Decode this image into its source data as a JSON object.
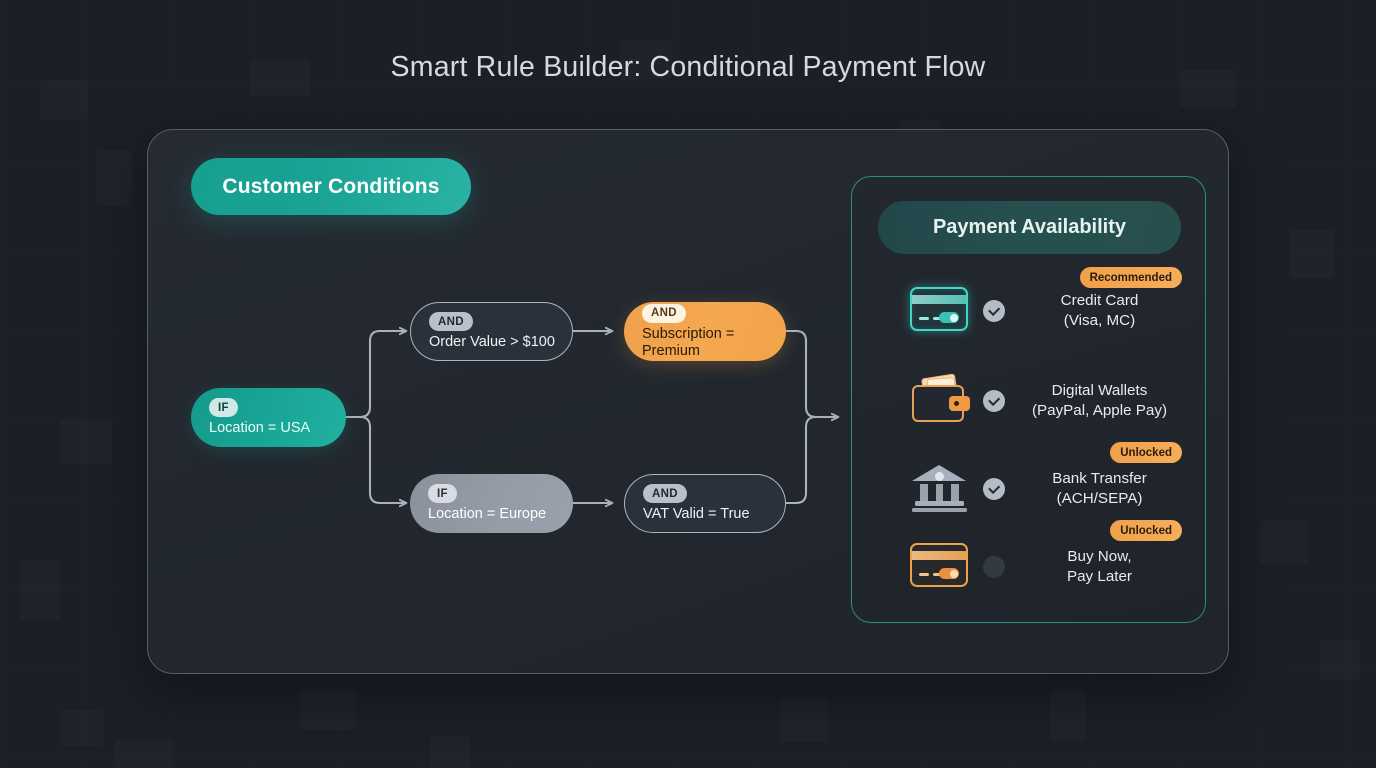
{
  "page": {
    "title": "Smart Rule Builder: Conditional Payment Flow",
    "background_color": "#1b1f26"
  },
  "conditions_section": {
    "header_label": "Customer Conditions",
    "header_color": "#19a596",
    "nodes": [
      {
        "id": "root",
        "tag": "IF",
        "label": "Location = USA",
        "style": "teal",
        "tag_color": "#cfe9e6"
      },
      {
        "id": "order-value",
        "tag": "AND",
        "label": "Order Value > $100",
        "style": "dark",
        "tag_color": "#b9c0cb"
      },
      {
        "id": "subscription",
        "tag": "AND",
        "label": "Subscription = Premium",
        "style": "orange",
        "tag_color": "#fdf3e3"
      },
      {
        "id": "europe",
        "tag": "IF",
        "label": "Location = Europe",
        "style": "grey",
        "tag_color": "#d9dde3"
      },
      {
        "id": "vat",
        "tag": "AND",
        "label": "VAT Valid = True",
        "style": "dark",
        "tag_color": "#b9c0cb"
      }
    ]
  },
  "payment_panel": {
    "header_label": "Payment Availability",
    "border_color": "#2e8d84",
    "methods": [
      {
        "icon": "credit-card-icon",
        "name_line1": "Credit Card",
        "name_line2": "(Visa, MC)",
        "badge": "Recommended",
        "badge_color": "#f0a04b",
        "enabled": true
      },
      {
        "icon": "wallet-icon",
        "name_line1": "Digital Wallets",
        "name_line2": "(PayPal, Apple Pay)",
        "badge": "",
        "badge_color": "#f0a04b",
        "enabled": true
      },
      {
        "icon": "bank-icon",
        "name_line1": "Bank Transfer",
        "name_line2": "(ACH/SEPA)",
        "badge": "Unlocked",
        "badge_color": "#f0a04b",
        "enabled": true
      },
      {
        "icon": "bnpl-card-icon",
        "name_line1": "Buy Now,",
        "name_line2": "Pay Later",
        "badge": "Unlocked",
        "badge_color": "#f0a04b",
        "enabled": false
      }
    ]
  }
}
